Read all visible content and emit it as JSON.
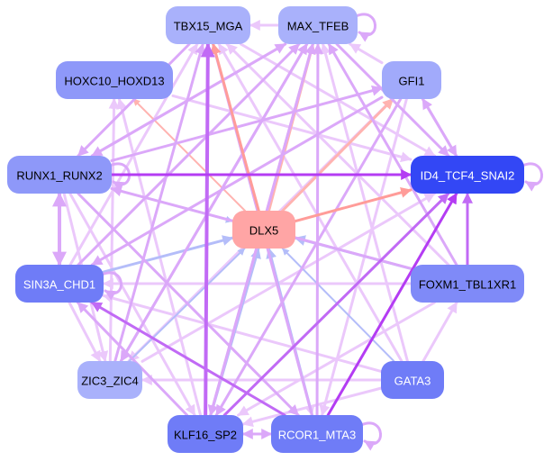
{
  "title": "Gene regulatory network",
  "nodes": [
    {
      "id": "TBX15_MGA",
      "label": "TBX15_MGA",
      "fill": "#a9b1fb",
      "text": "#000000"
    },
    {
      "id": "MAX_TFEB",
      "label": "MAX_TFEB",
      "fill": "#a9b1fb",
      "text": "#000000"
    },
    {
      "id": "HOXC10_HOXD13",
      "label": "HOXC10_HOXD13",
      "fill": "#8e98f9",
      "text": "#000000"
    },
    {
      "id": "GFI1",
      "label": "GFI1",
      "fill": "#a1aafb",
      "text": "#000000"
    },
    {
      "id": "RUNX1_RUNX2",
      "label": "RUNX1_RUNX2",
      "fill": "#8e98f9",
      "text": "#000000"
    },
    {
      "id": "ID4_TCF4_SNAI2",
      "label": "ID4_TCF4_SNAI2",
      "fill": "#3347f5",
      "text": "#ffffff"
    },
    {
      "id": "DLX5",
      "label": "DLX5",
      "fill": "#ffa5a5",
      "text": "#000000"
    },
    {
      "id": "SIN3A_CHD1",
      "label": "SIN3A_CHD1",
      "fill": "#6f7cf7",
      "text": "#ffffff"
    },
    {
      "id": "FOXM1_TBL1XR1",
      "label": "FOXM1_TBL1XR1",
      "fill": "#7f8af8",
      "text": "#000000"
    },
    {
      "id": "ZIC3_ZIC4",
      "label": "ZIC3_ZIC4",
      "fill": "#a9b1fb",
      "text": "#000000"
    },
    {
      "id": "GATA3",
      "label": "GATA3",
      "fill": "#6f7cf7",
      "text": "#ffffff"
    },
    {
      "id": "KLF16_SP2",
      "label": "KLF16_SP2",
      "fill": "#6f7cf7",
      "text": "#000000"
    },
    {
      "id": "RCOR1_MTA3",
      "label": "RCOR1_MTA3",
      "fill": "#6f7cf7",
      "text": "#ffffff"
    }
  ],
  "edge_colors": {
    "light": "#ebc8fb",
    "medium": "#dba8f9",
    "strong": "#c16af5",
    "vivid": "#b43cf3",
    "pink": "#ffb3b0",
    "salmon": "#ff9c99",
    "blue": "#b4bdf9"
  },
  "edges": [
    {
      "from": "MAX_TFEB",
      "to": "TBX15_MGA",
      "color": "light",
      "w": 3
    },
    {
      "from": "MAX_TFEB",
      "to": "MAX_TFEB",
      "color": "medium",
      "w": 3
    },
    {
      "from": "GFI1",
      "to": "MAX_TFEB",
      "color": "light",
      "w": 3
    },
    {
      "from": "DLX5",
      "to": "TBX15_MGA",
      "color": "salmon",
      "w": 3
    },
    {
      "from": "DLX5",
      "to": "MAX_TFEB",
      "color": "pink",
      "w": 3
    },
    {
      "from": "DLX5",
      "to": "HOXC10_HOXD13",
      "color": "pink",
      "w": 2
    },
    {
      "from": "DLX5",
      "to": "GFI1",
      "color": "pink",
      "w": 3
    },
    {
      "from": "DLX5",
      "to": "ID4_TCF4_SNAI2",
      "color": "salmon",
      "w": 3
    },
    {
      "from": "RUNX1_RUNX2",
      "to": "ID4_TCF4_SNAI2",
      "color": "vivid",
      "w": 3
    },
    {
      "from": "RUNX1_RUNX2",
      "to": "RUNX1_RUNX2",
      "color": "medium",
      "w": 3
    },
    {
      "from": "ID4_TCF4_SNAI2",
      "to": "ID4_TCF4_SNAI2",
      "color": "medium",
      "w": 3
    },
    {
      "from": "RUNX1_RUNX2",
      "to": "SIN3A_CHD1",
      "color": "medium",
      "w": 4
    },
    {
      "from": "SIN3A_CHD1",
      "to": "RUNX1_RUNX2",
      "color": "medium",
      "w": 4
    },
    {
      "from": "GFI1",
      "to": "ID4_TCF4_SNAI2",
      "color": "medium",
      "w": 3
    },
    {
      "from": "ID4_TCF4_SNAI2",
      "to": "GFI1",
      "color": "medium",
      "w": 3
    },
    {
      "from": "FOXM1_TBL1XR1",
      "to": "ID4_TCF4_SNAI2",
      "color": "strong",
      "w": 3
    },
    {
      "from": "KLF16_SP2",
      "to": "ID4_TCF4_SNAI2",
      "color": "strong",
      "w": 3
    },
    {
      "from": "RCOR1_MTA3",
      "to": "ID4_TCF4_SNAI2",
      "color": "vivid",
      "w": 3
    },
    {
      "from": "SIN3A_CHD1",
      "to": "DLX5",
      "color": "blue",
      "w": 3
    },
    {
      "from": "RUNX1_RUNX2",
      "to": "DLX5",
      "color": "blue",
      "w": 2
    },
    {
      "from": "FOXM1_TBL1XR1",
      "to": "DLX5",
      "color": "blue",
      "w": 3
    },
    {
      "from": "ZIC3_ZIC4",
      "to": "DLX5",
      "color": "blue",
      "w": 2
    },
    {
      "from": "KLF16_SP2",
      "to": "DLX5",
      "color": "blue",
      "w": 3
    },
    {
      "from": "RCOR1_MTA3",
      "to": "DLX5",
      "color": "blue",
      "w": 3
    },
    {
      "from": "GATA3",
      "to": "DLX5",
      "color": "blue",
      "w": 2
    },
    {
      "from": "KLF16_SP2",
      "to": "TBX15_MGA",
      "color": "strong",
      "w": 4
    },
    {
      "from": "KLF16_SP2",
      "to": "MAX_TFEB",
      "color": "medium",
      "w": 3
    },
    {
      "from": "RCOR1_MTA3",
      "to": "TBX15_MGA",
      "color": "medium",
      "w": 3
    },
    {
      "from": "RCOR1_MTA3",
      "to": "MAX_TFEB",
      "color": "medium",
      "w": 3
    },
    {
      "from": "ZIC3_ZIC4",
      "to": "TBX15_MGA",
      "color": "medium",
      "w": 3
    },
    {
      "from": "ZIC3_ZIC4",
      "to": "MAX_TFEB",
      "color": "medium",
      "w": 3
    },
    {
      "from": "SIN3A_CHD1",
      "to": "MAX_TFEB",
      "color": "medium",
      "w": 3
    },
    {
      "from": "SIN3A_CHD1",
      "to": "TBX15_MGA",
      "color": "light",
      "w": 3
    },
    {
      "from": "RUNX1_RUNX2",
      "to": "GFI1",
      "color": "medium",
      "w": 3
    },
    {
      "from": "RUNX1_RUNX2",
      "to": "MAX_TFEB",
      "color": "medium",
      "w": 3
    },
    {
      "from": "FOXM1_TBL1XR1",
      "to": "TBX15_MGA",
      "color": "light",
      "w": 3
    },
    {
      "from": "FOXM1_TBL1XR1",
      "to": "MAX_TFEB",
      "color": "medium",
      "w": 3
    },
    {
      "from": "GATA3",
      "to": "MAX_TFEB",
      "color": "light",
      "w": 3
    },
    {
      "from": "GATA3",
      "to": "TBX15_MGA",
      "color": "light",
      "w": 3
    },
    {
      "from": "KLF16_SP2",
      "to": "HOXC10_HOXD13",
      "color": "light",
      "w": 3
    },
    {
      "from": "ZIC3_ZIC4",
      "to": "HOXC10_HOXD13",
      "color": "light",
      "w": 3
    },
    {
      "from": "FOXM1_TBL1XR1",
      "to": "RUNX1_RUNX2",
      "color": "medium",
      "w": 3
    },
    {
      "from": "GATA3",
      "to": "SIN3A_CHD1",
      "color": "light",
      "w": 3
    },
    {
      "from": "FOXM1_TBL1XR1",
      "to": "SIN3A_CHD1",
      "color": "light",
      "w": 3
    },
    {
      "from": "GFI1",
      "to": "KLF16_SP2",
      "color": "medium",
      "w": 3
    },
    {
      "from": "GFI1",
      "to": "ZIC3_ZIC4",
      "color": "light",
      "w": 3
    },
    {
      "from": "GFI1",
      "to": "SIN3A_CHD1",
      "color": "medium",
      "w": 3
    },
    {
      "from": "MAX_TFEB",
      "to": "ID4_TCF4_SNAI2",
      "color": "medium",
      "w": 3
    },
    {
      "from": "TBX15_MGA",
      "to": "ID4_TCF4_SNAI2",
      "color": "light",
      "w": 3
    },
    {
      "from": "TBX15_MGA",
      "to": "RUNX1_RUNX2",
      "color": "medium",
      "w": 3
    },
    {
      "from": "MAX_TFEB",
      "to": "RUNX1_RUNX2",
      "color": "medium",
      "w": 3
    },
    {
      "from": "RUNX1_RUNX2",
      "to": "KLF16_SP2",
      "color": "light",
      "w": 3
    },
    {
      "from": "RUNX1_RUNX2",
      "to": "RCOR1_MTA3",
      "color": "medium",
      "w": 3
    },
    {
      "from": "RUNX1_RUNX2",
      "to": "ZIC3_ZIC4",
      "color": "light",
      "w": 3
    },
    {
      "from": "SIN3A_CHD1",
      "to": "SIN3A_CHD1",
      "color": "medium",
      "w": 3
    },
    {
      "from": "SIN3A_CHD1",
      "to": "ZIC3_ZIC4",
      "color": "light",
      "w": 3
    },
    {
      "from": "RCOR1_MTA3",
      "to": "SIN3A_CHD1",
      "color": "strong",
      "w": 3
    },
    {
      "from": "KLF16_SP2",
      "to": "SIN3A_CHD1",
      "color": "medium",
      "w": 3
    },
    {
      "from": "GATA3",
      "to": "ZIC3_ZIC4",
      "color": "light",
      "w": 3
    },
    {
      "from": "GATA3",
      "to": "FOXM1_TBL1XR1",
      "color": "light",
      "w": 3
    },
    {
      "from": "GATA3",
      "to": "KLF16_SP2",
      "color": "light",
      "w": 3
    },
    {
      "from": "FOXM1_TBL1XR1",
      "to": "KLF16_SP2",
      "color": "light",
      "w": 3
    },
    {
      "from": "RCOR1_MTA3",
      "to": "KLF16_SP2",
      "color": "medium",
      "w": 3
    },
    {
      "from": "KLF16_SP2",
      "to": "RCOR1_MTA3",
      "color": "medium",
      "w": 3
    },
    {
      "from": "RCOR1_MTA3",
      "to": "RCOR1_MTA3",
      "color": "medium",
      "w": 3
    },
    {
      "from": "MAX_TFEB",
      "to": "ZIC3_ZIC4",
      "color": "medium",
      "w": 3
    },
    {
      "from": "MAX_TFEB",
      "to": "KLF16_SP2",
      "color": "medium",
      "w": 3
    },
    {
      "from": "TBX15_MGA",
      "to": "RCOR1_MTA3",
      "color": "light",
      "w": 3
    },
    {
      "from": "GFI1",
      "to": "RCOR1_MTA3",
      "color": "light",
      "w": 3
    },
    {
      "from": "HOXC10_HOXD13",
      "to": "ID4_TCF4_SNAI2",
      "color": "light",
      "w": 3
    },
    {
      "from": "ZIC3_ZIC4",
      "to": "ID4_TCF4_SNAI2",
      "color": "light",
      "w": 3
    }
  ]
}
